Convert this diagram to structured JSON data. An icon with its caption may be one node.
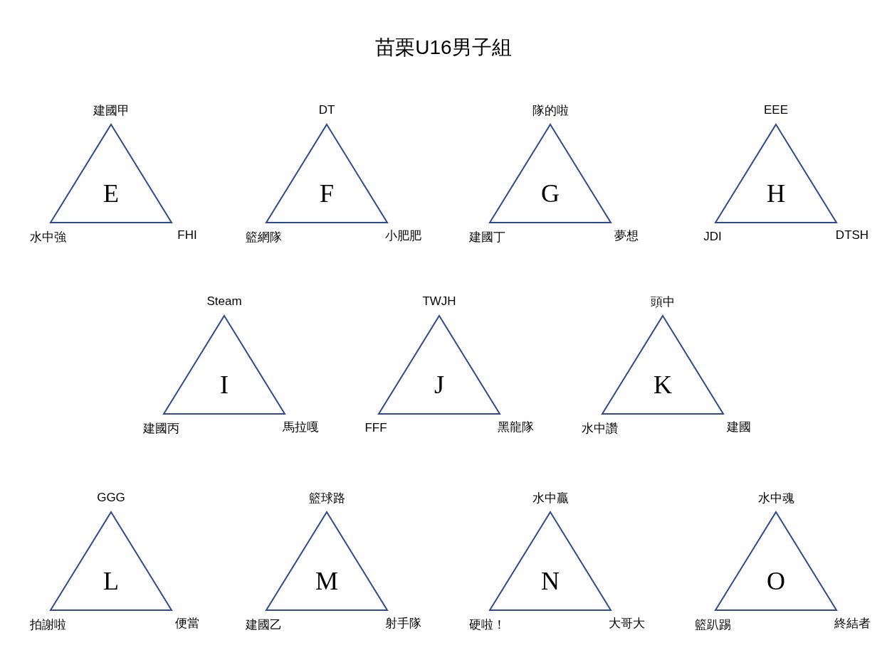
{
  "diagram": {
    "title": "苗栗U16男子組",
    "nodes": [
      {
        "text": [
          "E"
        ],
        "beside": [
          "建國甲",
          "水中強",
          "FHI"
        ]
      },
      {
        "text": [
          "F"
        ],
        "beside": [
          "DT",
          "籃網隊",
          "小肥肥"
        ]
      },
      {
        "text": [
          "G"
        ],
        "beside": [
          "隊的啦",
          "建國丁",
          "夢想"
        ]
      },
      {
        "text": [
          "H"
        ],
        "beside": [
          "EEE",
          "JDI",
          "DTSH"
        ]
      },
      {
        "text": [
          "I"
        ],
        "beside": [
          "Steam",
          "建國丙",
          "馬拉嘎"
        ]
      },
      {
        "text": [
          "J"
        ],
        "beside": [
          "TWJH",
          "FFF",
          "黑龍隊"
        ]
      },
      {
        "text": [
          "K"
        ],
        "beside": [
          "頭中",
          "水中讚",
          "建國"
        ]
      },
      {
        "text": [
          "L"
        ],
        "beside": [
          "GGG",
          "拍謝啦",
          "便當"
        ]
      },
      {
        "text": [
          "M"
        ],
        "beside": [
          "籃球路",
          "建國乙",
          "射手隊"
        ]
      },
      {
        "text": [
          "N"
        ],
        "beside": [
          "水中贏",
          "硬啦！",
          "大哥大"
        ]
      },
      {
        "text": [
          "O"
        ],
        "beside": [
          "水中魂",
          "籃趴踢",
          "終結者"
        ]
      }
    ]
  }
}
